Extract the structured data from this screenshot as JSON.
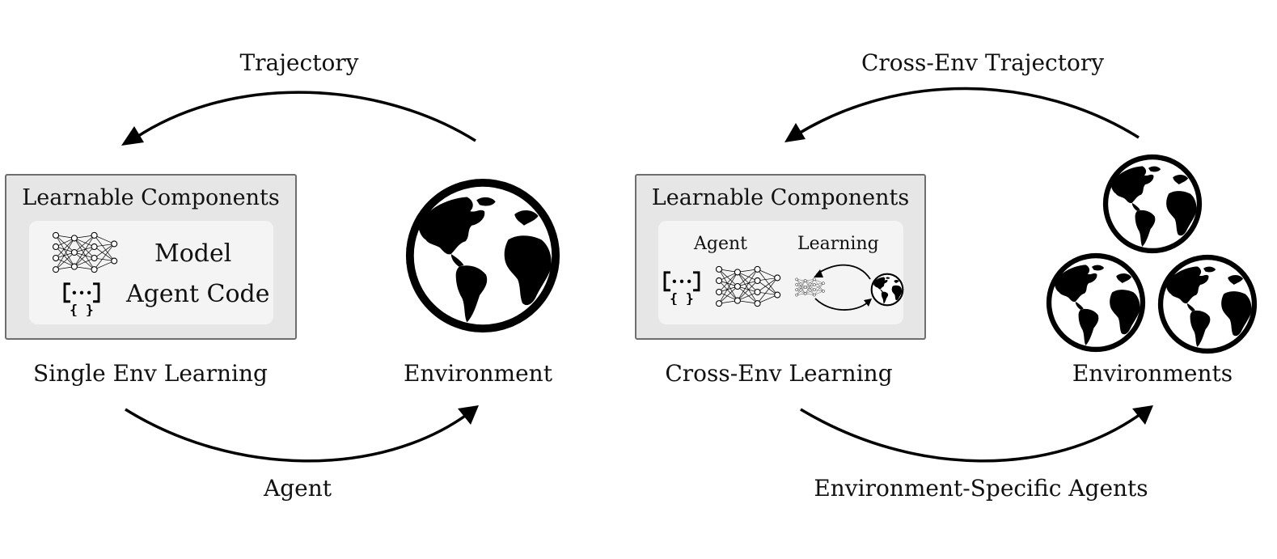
{
  "left": {
    "top_arrow_label": "Trajectory",
    "bottom_arrow_label": "Agent",
    "panel_title": "Learnable Components",
    "model_label": "Model",
    "agent_code_label": "Agent Code",
    "caption": "Single Env Learning",
    "environment_label": "Environment",
    "icons": [
      "neural-network-icon",
      "code-braces-icon",
      "globe-icon"
    ]
  },
  "right": {
    "top_arrow_label": "Cross-Env Trajectory",
    "bottom_arrow_label": "Environment-Specific Agents",
    "panel_title": "Learnable Components",
    "agent_label": "Agent",
    "learning_label": "Learning",
    "caption": "Cross-Env Learning",
    "environments_label": "Environments",
    "icons": [
      "code-braces-icon",
      "neural-network-icon",
      "globe-icon"
    ]
  }
}
